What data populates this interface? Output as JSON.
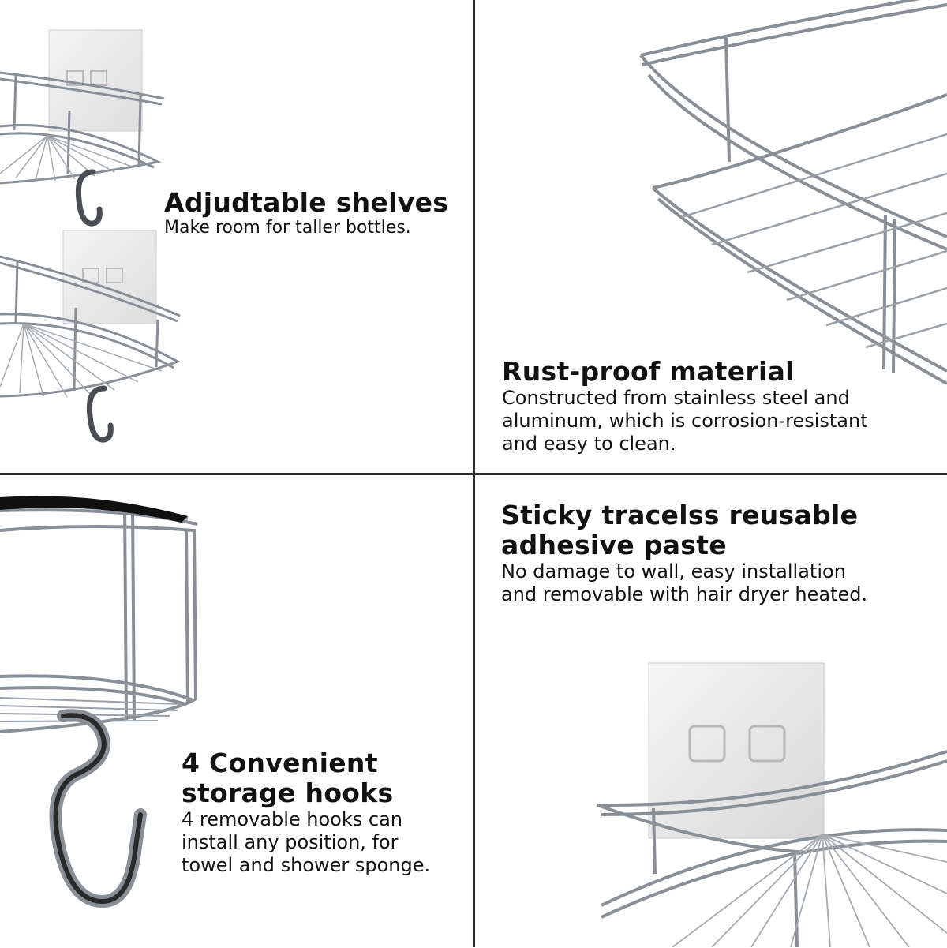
{
  "panels": {
    "top_left": {
      "heading": "Adjudtable shelves",
      "body": [
        "Make room for taller bottles."
      ]
    },
    "top_right": {
      "heading": "Rust-proof material",
      "body": [
        "Constructed from stainless steel and",
        "aluminum, which is corrosion-resistant",
        "and easy to clean."
      ]
    },
    "bottom_left": {
      "heading": [
        "4 Convenient",
        "storage hooks"
      ],
      "body": [
        "4 removable hooks can",
        "install any position, for",
        "towel and shower sponge."
      ]
    },
    "bottom_right": {
      "heading": [
        "Sticky tracelss reusable",
        "adhesive paste"
      ],
      "body": [
        "No damage to wall, easy installation",
        "and removable with hair dryer heated."
      ]
    }
  },
  "icons": [
    "corner-shelf-icon",
    "adhesive-pad-icon",
    "hook-icon"
  ],
  "colors": {
    "divider": "#2b2b2b",
    "steel": "#8a8f96",
    "text": "#111111"
  }
}
